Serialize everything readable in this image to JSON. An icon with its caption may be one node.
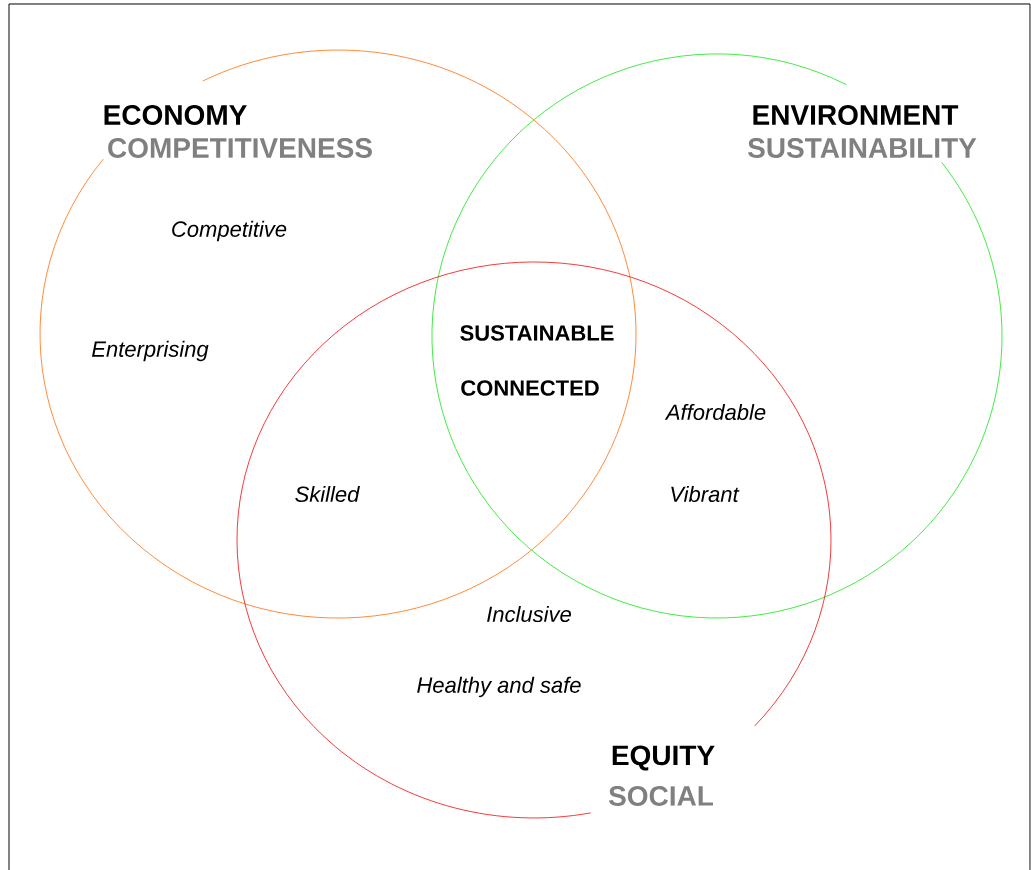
{
  "diagram": {
    "nodes": [
      {
        "text": [
          "ECONOMY",
          "COMPETITIVENESS"
        ]
      },
      {
        "text": [
          "ENVIRONMENT",
          "SUSTAINABILITY"
        ]
      },
      {
        "text": [
          "EQUITY",
          "SOCIAL"
        ]
      }
    ],
    "labels": [
      "Competitive",
      "Enterprising",
      "SUSTAINABLE",
      "CONNECTED",
      "Affordable",
      "Skilled",
      "Vibrant",
      "Inclusive",
      "Healthy and safe"
    ]
  }
}
